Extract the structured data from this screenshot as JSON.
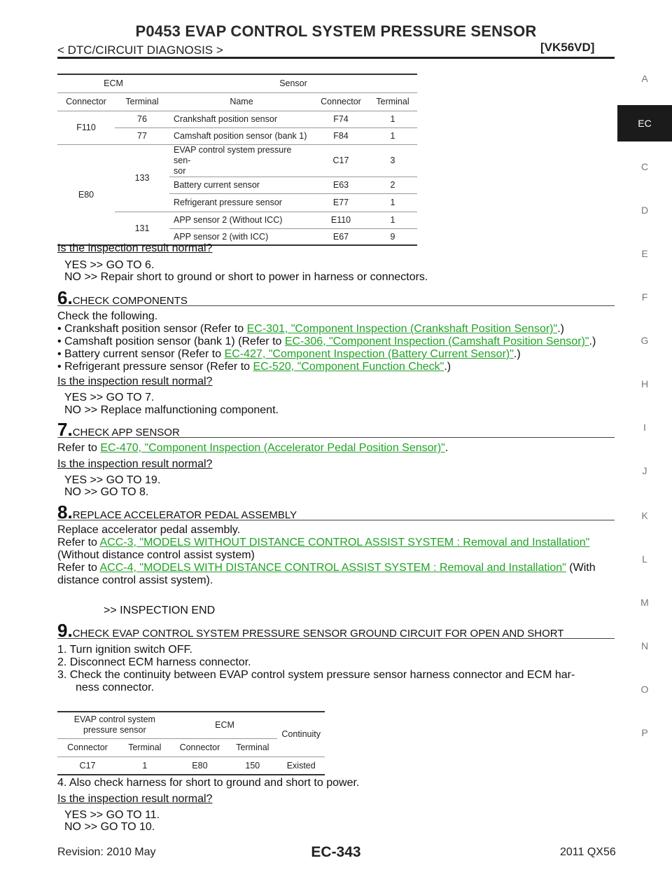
{
  "header": {
    "title": "P0453 EVAP CONTROL SYSTEM PRESSURE SENSOR",
    "section": "< DTC/CIRCUIT DIAGNOSIS >",
    "model": "[VK56VD]"
  },
  "side_tabs": [
    "A",
    "EC",
    "C",
    "D",
    "E",
    "F",
    "G",
    "H",
    "I",
    "J",
    "K",
    "L",
    "M",
    "N",
    "O",
    "P"
  ],
  "table1": {
    "group_ecm": "ECM",
    "group_sensor": "Sensor",
    "h_connector": "Connector",
    "h_terminal": "Terminal",
    "h_name": "Name",
    "h_connector2": "Connector",
    "h_terminal2": "Terminal",
    "f110": "F110",
    "e80": "E80",
    "t133": "133",
    "t131": "131",
    "rows": [
      {
        "term": "76",
        "name": "Crankshaft position sensor",
        "conn": "F74",
        "pin": "1"
      },
      {
        "term": "77",
        "name": "Camshaft position sensor (bank 1)",
        "conn": "F84",
        "pin": "1"
      },
      {
        "term": "",
        "name": "EVAP control system pressure sen- sor",
        "conn": "C17",
        "pin": "3"
      },
      {
        "term": "",
        "name": "Battery current sensor",
        "conn": "E63",
        "pin": "2"
      },
      {
        "term": "",
        "name": "Refrigerant pressure sensor",
        "conn": "E77",
        "pin": "1"
      },
      {
        "term": "",
        "name": "APP sensor 2 (Without ICC)",
        "conn": "E110",
        "pin": "1"
      },
      {
        "term": "",
        "name": "APP sensor 2 (with ICC)",
        "conn": "E67",
        "pin": "9"
      }
    ]
  },
  "q1": "Is the inspection result normal?",
  "yes1": "YES      >> GO TO 6.",
  "no1": "NO       >> Repair short to ground or short to power in harness or connectors.",
  "step6": {
    "num": "6.",
    "title": "CHECK COMPONENTS"
  },
  "s6_intro": "Check the following.",
  "s6_items": [
    {
      "pre": "• Crankshaft position sensor (Refer to ",
      "link": "EC-301, \"Component Inspection (Crankshaft Position Sensor)\"",
      "post": ".)"
    },
    {
      "pre": "• Camshaft position sensor (bank 1) (Refer to ",
      "link": "EC-306, \"Component Inspection (Camshaft Position Sensor)\"",
      "post": ".)"
    },
    {
      "pre": "• Battery current sensor (Refer to ",
      "link": "EC-427, \"Component Inspection (Battery Current Sensor)\"",
      "post": ".)"
    },
    {
      "pre": "• Refrigerant pressure sensor (Refer to ",
      "link": "EC-520, \"Component Function Check\"",
      "post": ".)"
    }
  ],
  "q2": "Is the inspection result normal?",
  "yes2": "YES      >> GO TO 7.",
  "no2": "NO       >> Replace malfunctioning component.",
  "step7": {
    "num": "7.",
    "title": "CHECK APP SENSOR"
  },
  "s7_pre": "Refer to ",
  "s7_link": "EC-470, \"Component Inspection (Accelerator Pedal Position Sensor)\"",
  "s7_post": ".",
  "q3": "Is the inspection result normal?",
  "yes3": "YES      >> GO TO 19.",
  "no3": "NO       >> GO TO 8.",
  "step8": {
    "num": "8.",
    "title": "REPLACE ACCELERATOR PEDAL ASSEMBLY"
  },
  "s8_line1": "Replace accelerator pedal assembly.",
  "s8_pre2": "Refer to ",
  "s8_link2": "ACC-3, \"MODELS WITHOUT DISTANCE CONTROL ASSIST SYSTEM : Removal and Installation\"",
  "s8_line3": "(Without distance control assist system)",
  "s8_pre4": "Refer to ",
  "s8_link4": "ACC-4, \"MODELS WITH DISTANCE CONTROL ASSIST SYSTEM : Removal and Installation\"",
  "s8_post4": " (With",
  "s8_line5": "distance control assist system).",
  "s8_end": ">> INSPECTION END",
  "step9": {
    "num": "9.",
    "title": "CHECK EVAP CONTROL SYSTEM PRESSURE SENSOR GROUND CIRCUIT FOR OPEN AND SHORT"
  },
  "s9_1": "1.  Turn ignition switch OFF.",
  "s9_2": "2.  Disconnect ECM harness connector.",
  "s9_3a": "3.  Check the continuity between EVAP control system pressure sensor harness connector and ECM har-",
  "s9_3b": "ness connector.",
  "table2": {
    "h_sensor1": "EVAP control system",
    "h_sensor2": "pressure sensor",
    "h_ecm": "ECM",
    "h_cont": "Continuity",
    "h_c1": "Connector",
    "h_t1": "Terminal",
    "h_c2": "Connector",
    "h_t2": "Terminal",
    "r_c1": "C17",
    "r_t1": "1",
    "r_c2": "E80",
    "r_t2": "150",
    "r_cont": "Existed"
  },
  "s9_4": "4.  Also check harness for short to ground and short to power.",
  "q4": "Is the inspection result normal?",
  "yes4": "YES      >> GO TO 11.",
  "no4": "NO       >> GO TO 10.",
  "footer": {
    "revision": "Revision: 2010 May",
    "page": "EC-343",
    "model": "2011 QX56"
  }
}
